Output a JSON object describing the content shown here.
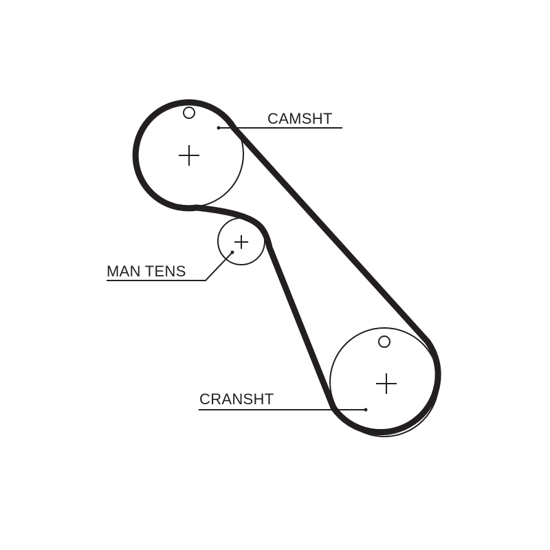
{
  "colors": {
    "stroke": "#231f20",
    "background": "#ffffff"
  },
  "components": {
    "camshaft": {
      "label": "CAMSHT"
    },
    "tensioner": {
      "label": "MAN TENS"
    },
    "crankshaft": {
      "label": "CRANSHT"
    }
  }
}
